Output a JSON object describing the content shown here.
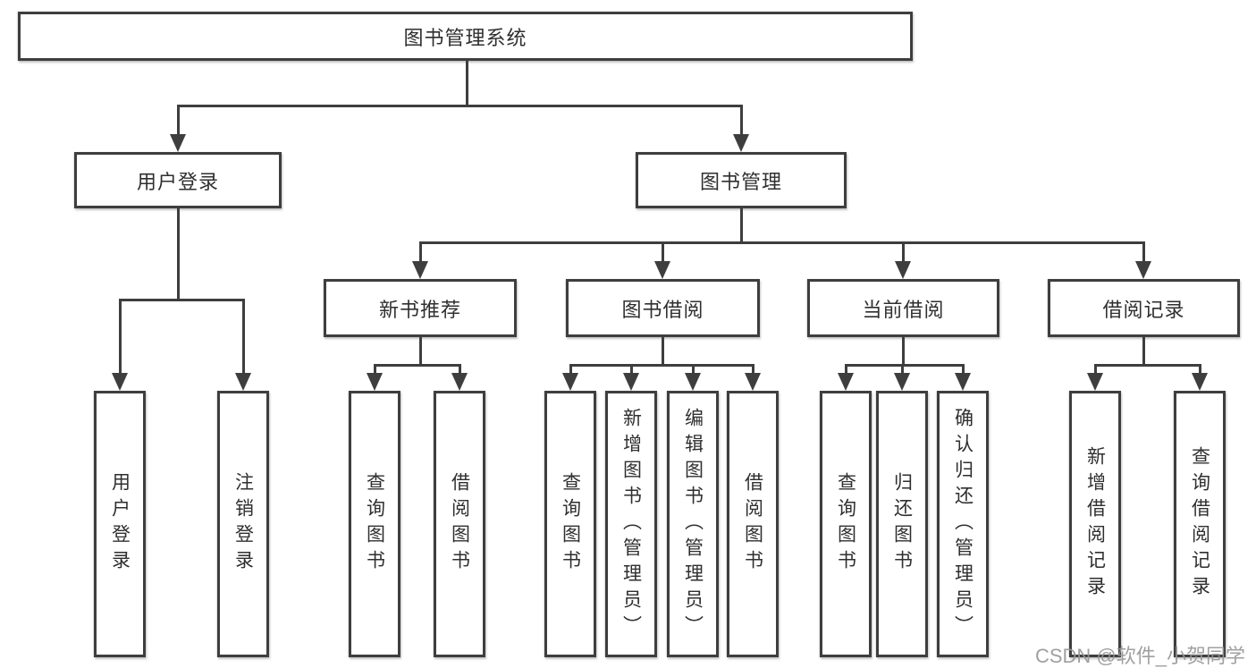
{
  "tree": {
    "root": {
      "label": "图书管理系统"
    },
    "branches": [
      {
        "label": "用户登录",
        "children": [
          {
            "label": "用户登录"
          },
          {
            "label": "注销登录"
          }
        ]
      },
      {
        "label": "图书管理",
        "children": [
          {
            "label": "新书推荐",
            "children": [
              {
                "label": "查询图书"
              },
              {
                "label": "借阅图书"
              }
            ]
          },
          {
            "label": "图书借阅",
            "children": [
              {
                "label": "查询图书"
              },
              {
                "label": "新增图书（管理员）"
              },
              {
                "label": "编辑图书（管理员）"
              },
              {
                "label": "借阅图书"
              }
            ]
          },
          {
            "label": "当前借阅",
            "children": [
              {
                "label": "查询图书"
              },
              {
                "label": "归还图书"
              },
              {
                "label": "确认归还（管理员）"
              }
            ]
          },
          {
            "label": "借阅记录",
            "children": [
              {
                "label": "新增借阅记录"
              },
              {
                "label": "查询借阅记录"
              }
            ]
          }
        ]
      }
    ]
  },
  "watermark": "CSDN @软件_小贺同学",
  "colors": {
    "line": "#3e3e3e",
    "text": "#2f2f2f",
    "watermark": "#969696",
    "background": "#ffffff"
  }
}
